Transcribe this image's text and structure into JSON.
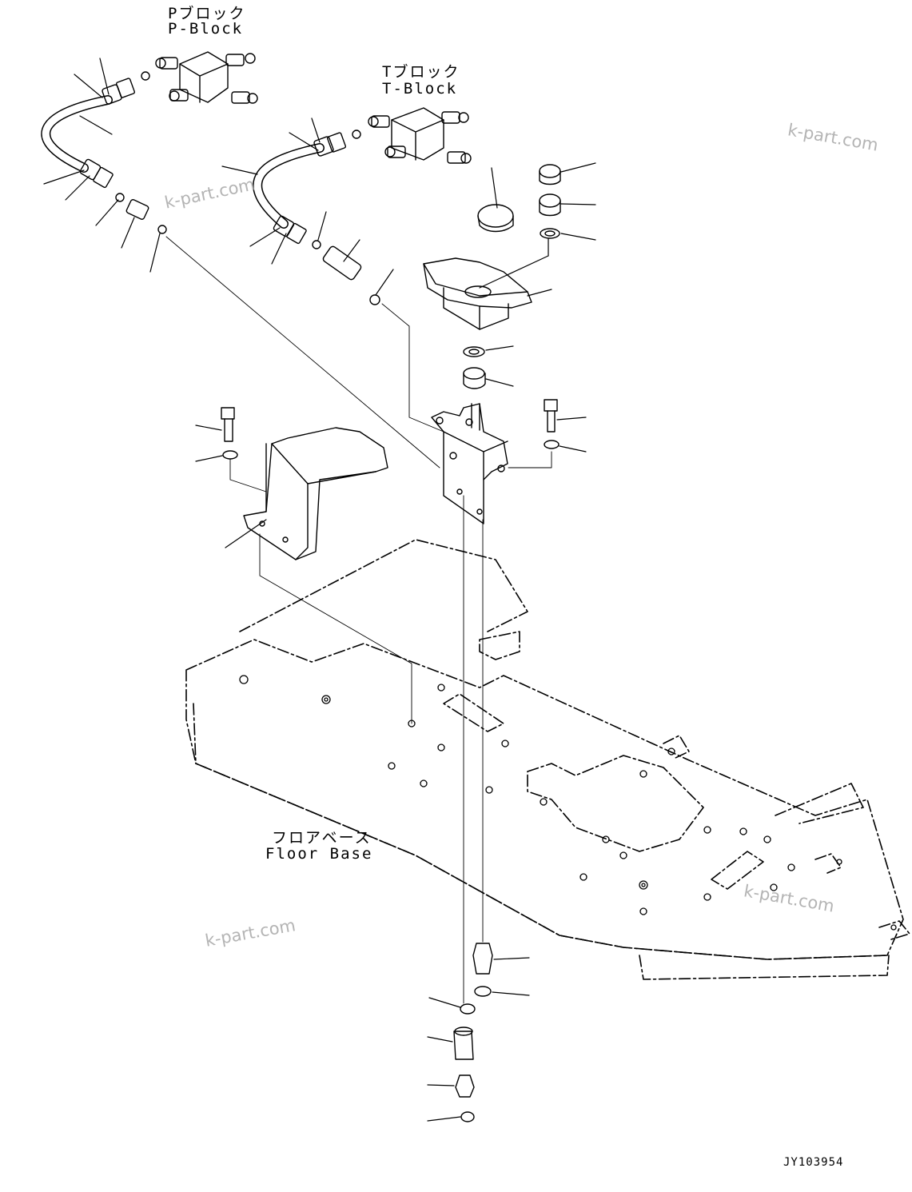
{
  "labels": {
    "p_block_jp": "Pブロック",
    "p_block_en": "P-Block",
    "t_block_jp": "Tブロック",
    "t_block_en": "T-Block",
    "floor_base_jp": "フロアベース",
    "floor_base_en": "Floor Base"
  },
  "watermark": "k-part.com",
  "drawing_id": "JY103954"
}
